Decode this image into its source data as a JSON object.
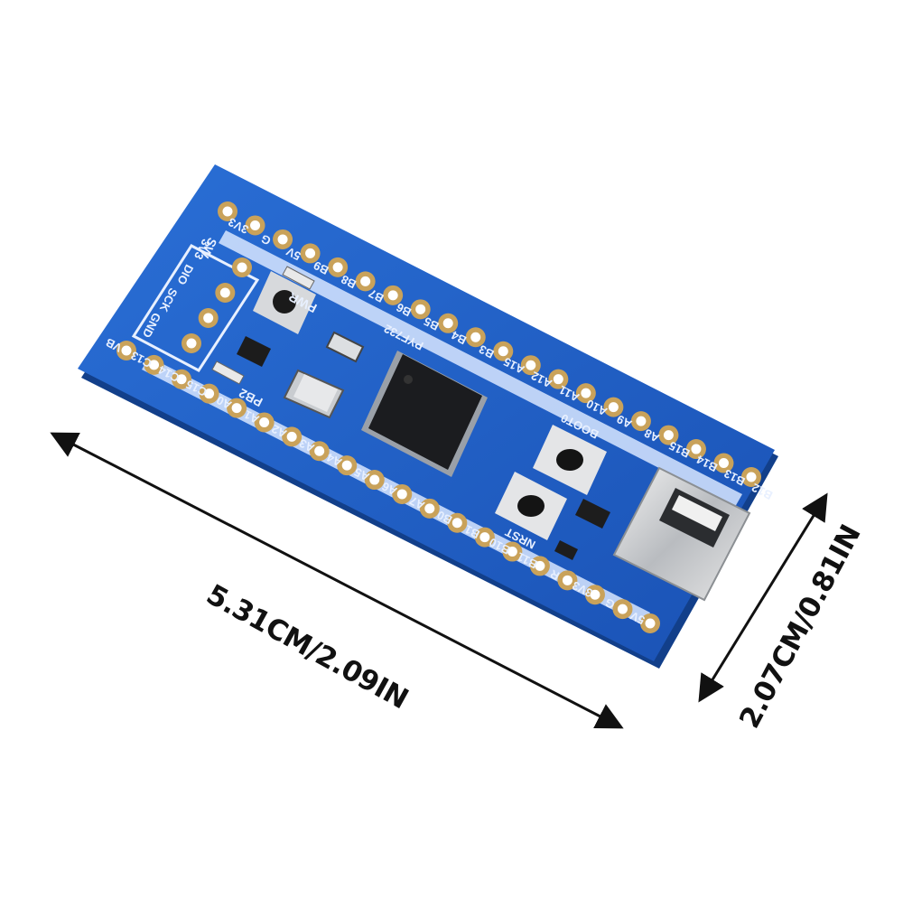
{
  "dimensions": {
    "length": "5.31CM/2.09IN",
    "width": "2.07CM/0.81IN"
  },
  "board": {
    "pcb_color": "#1f5fc8",
    "top_row_pins": [
      "3V3",
      "G",
      "5V",
      "B9",
      "B8",
      "B7",
      "B6",
      "B5",
      "B4",
      "B3",
      "A15",
      "A12",
      "A11",
      "A10",
      "A9",
      "A8",
      "B15",
      "B14",
      "B13",
      "B12"
    ],
    "bottom_row_pins": [
      "VB",
      "C13",
      "C14",
      "C15",
      "A0",
      "A1",
      "A2",
      "A3",
      "A4",
      "A5",
      "A6",
      "A7",
      "B0",
      "B1",
      "B10",
      "B11",
      "R",
      "3V3",
      "G",
      "5V"
    ],
    "swd_header_title": "SW",
    "swd_pins": [
      "3V3",
      "DIO",
      "SCK",
      "GND"
    ],
    "labels": {
      "pwr": "PWR",
      "pb2": "PB2",
      "boot": "BOOT0",
      "reset": "NRST",
      "model": "PYF732"
    }
  }
}
